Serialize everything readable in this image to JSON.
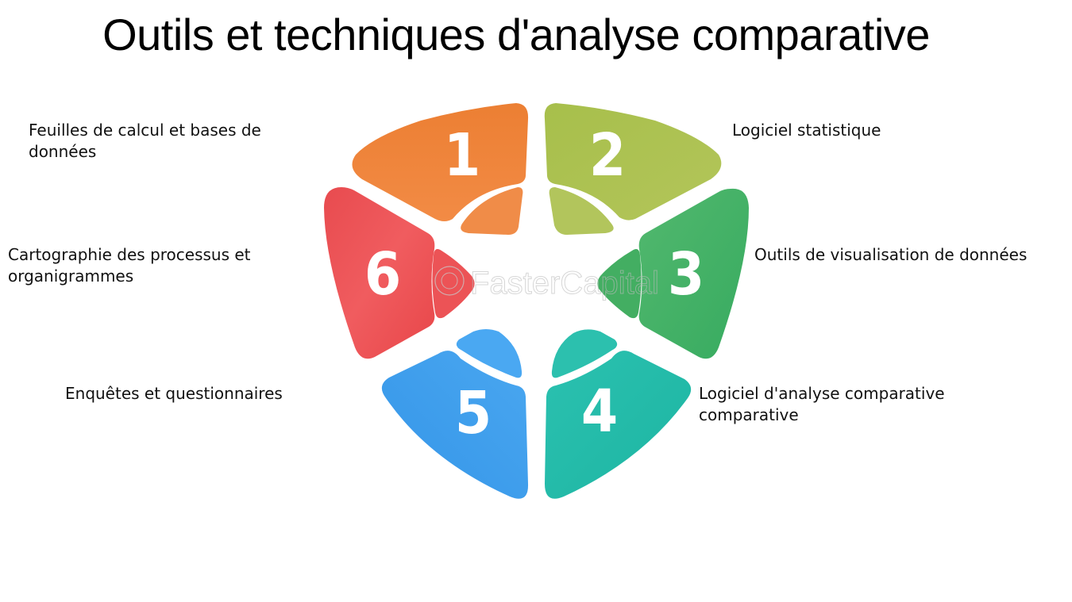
{
  "title": "Outils et techniques d'analyse comparative",
  "watermark": "FasterCapital",
  "colors": {
    "seg1": "#ee8034",
    "seg2": "#a9bf4d",
    "seg3": "#3fb067",
    "seg4": "#22bba9",
    "seg5": "#3a9aea",
    "seg6": "#ec4f52"
  },
  "segments": [
    {
      "number": "1",
      "label_line1": "Feuilles de calcul et bases de",
      "label_line2": "données"
    },
    {
      "number": "2",
      "label_line1": "Logiciel statistique",
      "label_line2": ""
    },
    {
      "number": "3",
      "label_line1": "Outils de visualisation de données",
      "label_line2": ""
    },
    {
      "number": "4",
      "label_line1": "Logiciel d'analyse comparative",
      "label_line2": "comparative"
    },
    {
      "number": "5",
      "label_line1": "Enquêtes et questionnaires",
      "label_line2": ""
    },
    {
      "number": "6",
      "label_line1": "Cartographie des processus et",
      "label_line2": "organigrammes"
    }
  ]
}
